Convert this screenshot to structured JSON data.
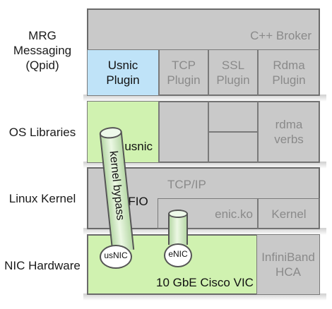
{
  "rows": {
    "mrg": [
      "MRG",
      "Messaging",
      "(Qpid)"
    ],
    "os": "OS Libraries",
    "kernel": "Linux Kernel",
    "nic": "NIC Hardware"
  },
  "mrg_layer": {
    "broker": "C++ Broker",
    "usnic_plugin": [
      "Usnic",
      "Plugin"
    ],
    "tcp_plugin": [
      "TCP",
      "Plugin"
    ],
    "ssl_plugin": [
      "SSL",
      "Plugin"
    ],
    "rdma_plugin": [
      "Rdma",
      "Plugin"
    ]
  },
  "os_layer": {
    "usnic": "usnic",
    "rdma_verbs": [
      "rdma",
      "verbs"
    ]
  },
  "kernel_layer": {
    "tcpip": "TCP/IP",
    "vfio": "VFIO",
    "enic": "enic.ko",
    "kernel": "Kernel"
  },
  "nic_layer": {
    "usnic_chip": "usNIC",
    "enic_chip": "eNIC",
    "vic": "10 GbE Cisco VIC",
    "infiniband": [
      "InfiniBand",
      "HCA"
    ]
  },
  "bypass": "kernel bypass",
  "colors": {
    "green": "#d0f2b0",
    "blue": "#bfe3f8",
    "gray": "#c9c9c9"
  }
}
